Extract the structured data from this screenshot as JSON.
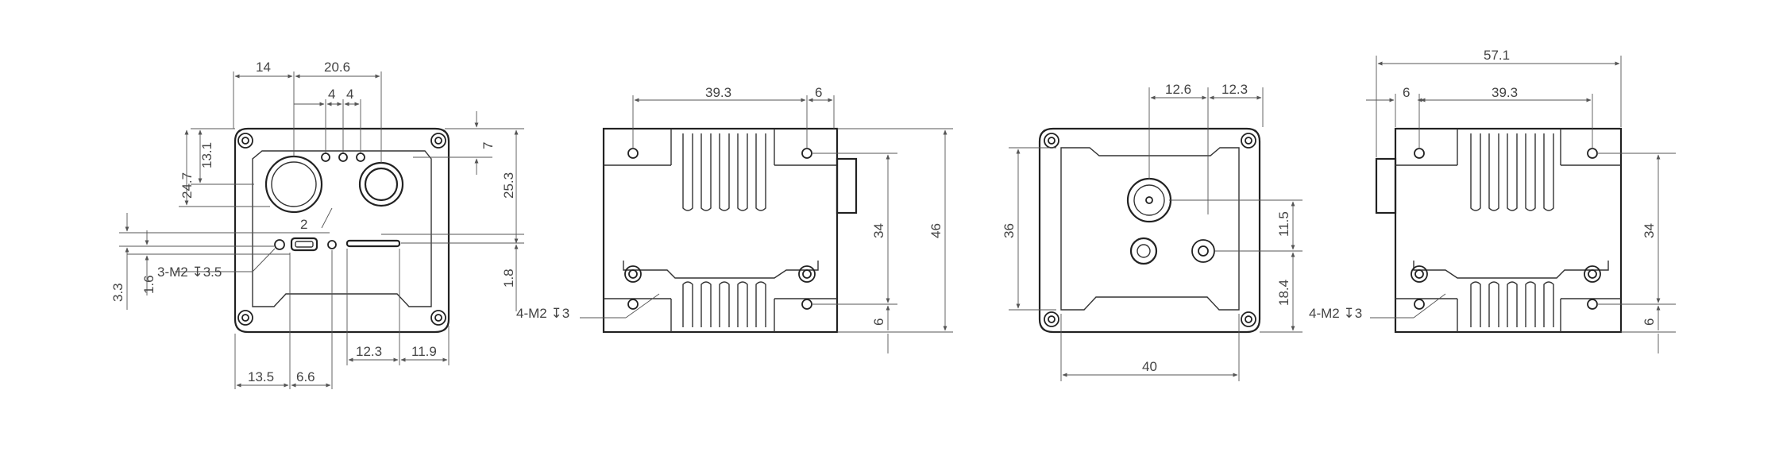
{
  "colors": {
    "line": "#222222",
    "dimension": "#555555",
    "background": "#ffffff"
  },
  "front_view": {
    "dims": {
      "w14": "14",
      "w20_6": "20.6",
      "w4a": "4",
      "w4b": "4",
      "h7": "7",
      "h13_1": "13.1",
      "h24_7": "24.7",
      "h25_3": "25.3",
      "w2": "2",
      "note_m2": "3-M2 ↧3.5",
      "h3_3": "3.3",
      "h1_6": "1.6",
      "h1_8": "1.8",
      "w12_3": "12.3",
      "w11_9": "11.9",
      "w13_5": "13.5",
      "w6_6": "6.6"
    }
  },
  "side_view_1": {
    "dims": {
      "w39_3": "39.3",
      "w6": "6",
      "h34": "34",
      "h46": "46",
      "h6": "6",
      "note_m2": "4-M2 ↧3"
    }
  },
  "rear_view": {
    "dims": {
      "w12_6": "12.6",
      "w12_3": "12.3",
      "h36": "36",
      "h11_5": "11.5",
      "h18_4": "18.4",
      "w40": "40"
    }
  },
  "side_view_2": {
    "dims": {
      "w57_1": "57.1",
      "w6": "6",
      "w39_3": "39.3",
      "h34": "34",
      "h6": "6",
      "note_m2": "4-M2 ↧3"
    }
  }
}
